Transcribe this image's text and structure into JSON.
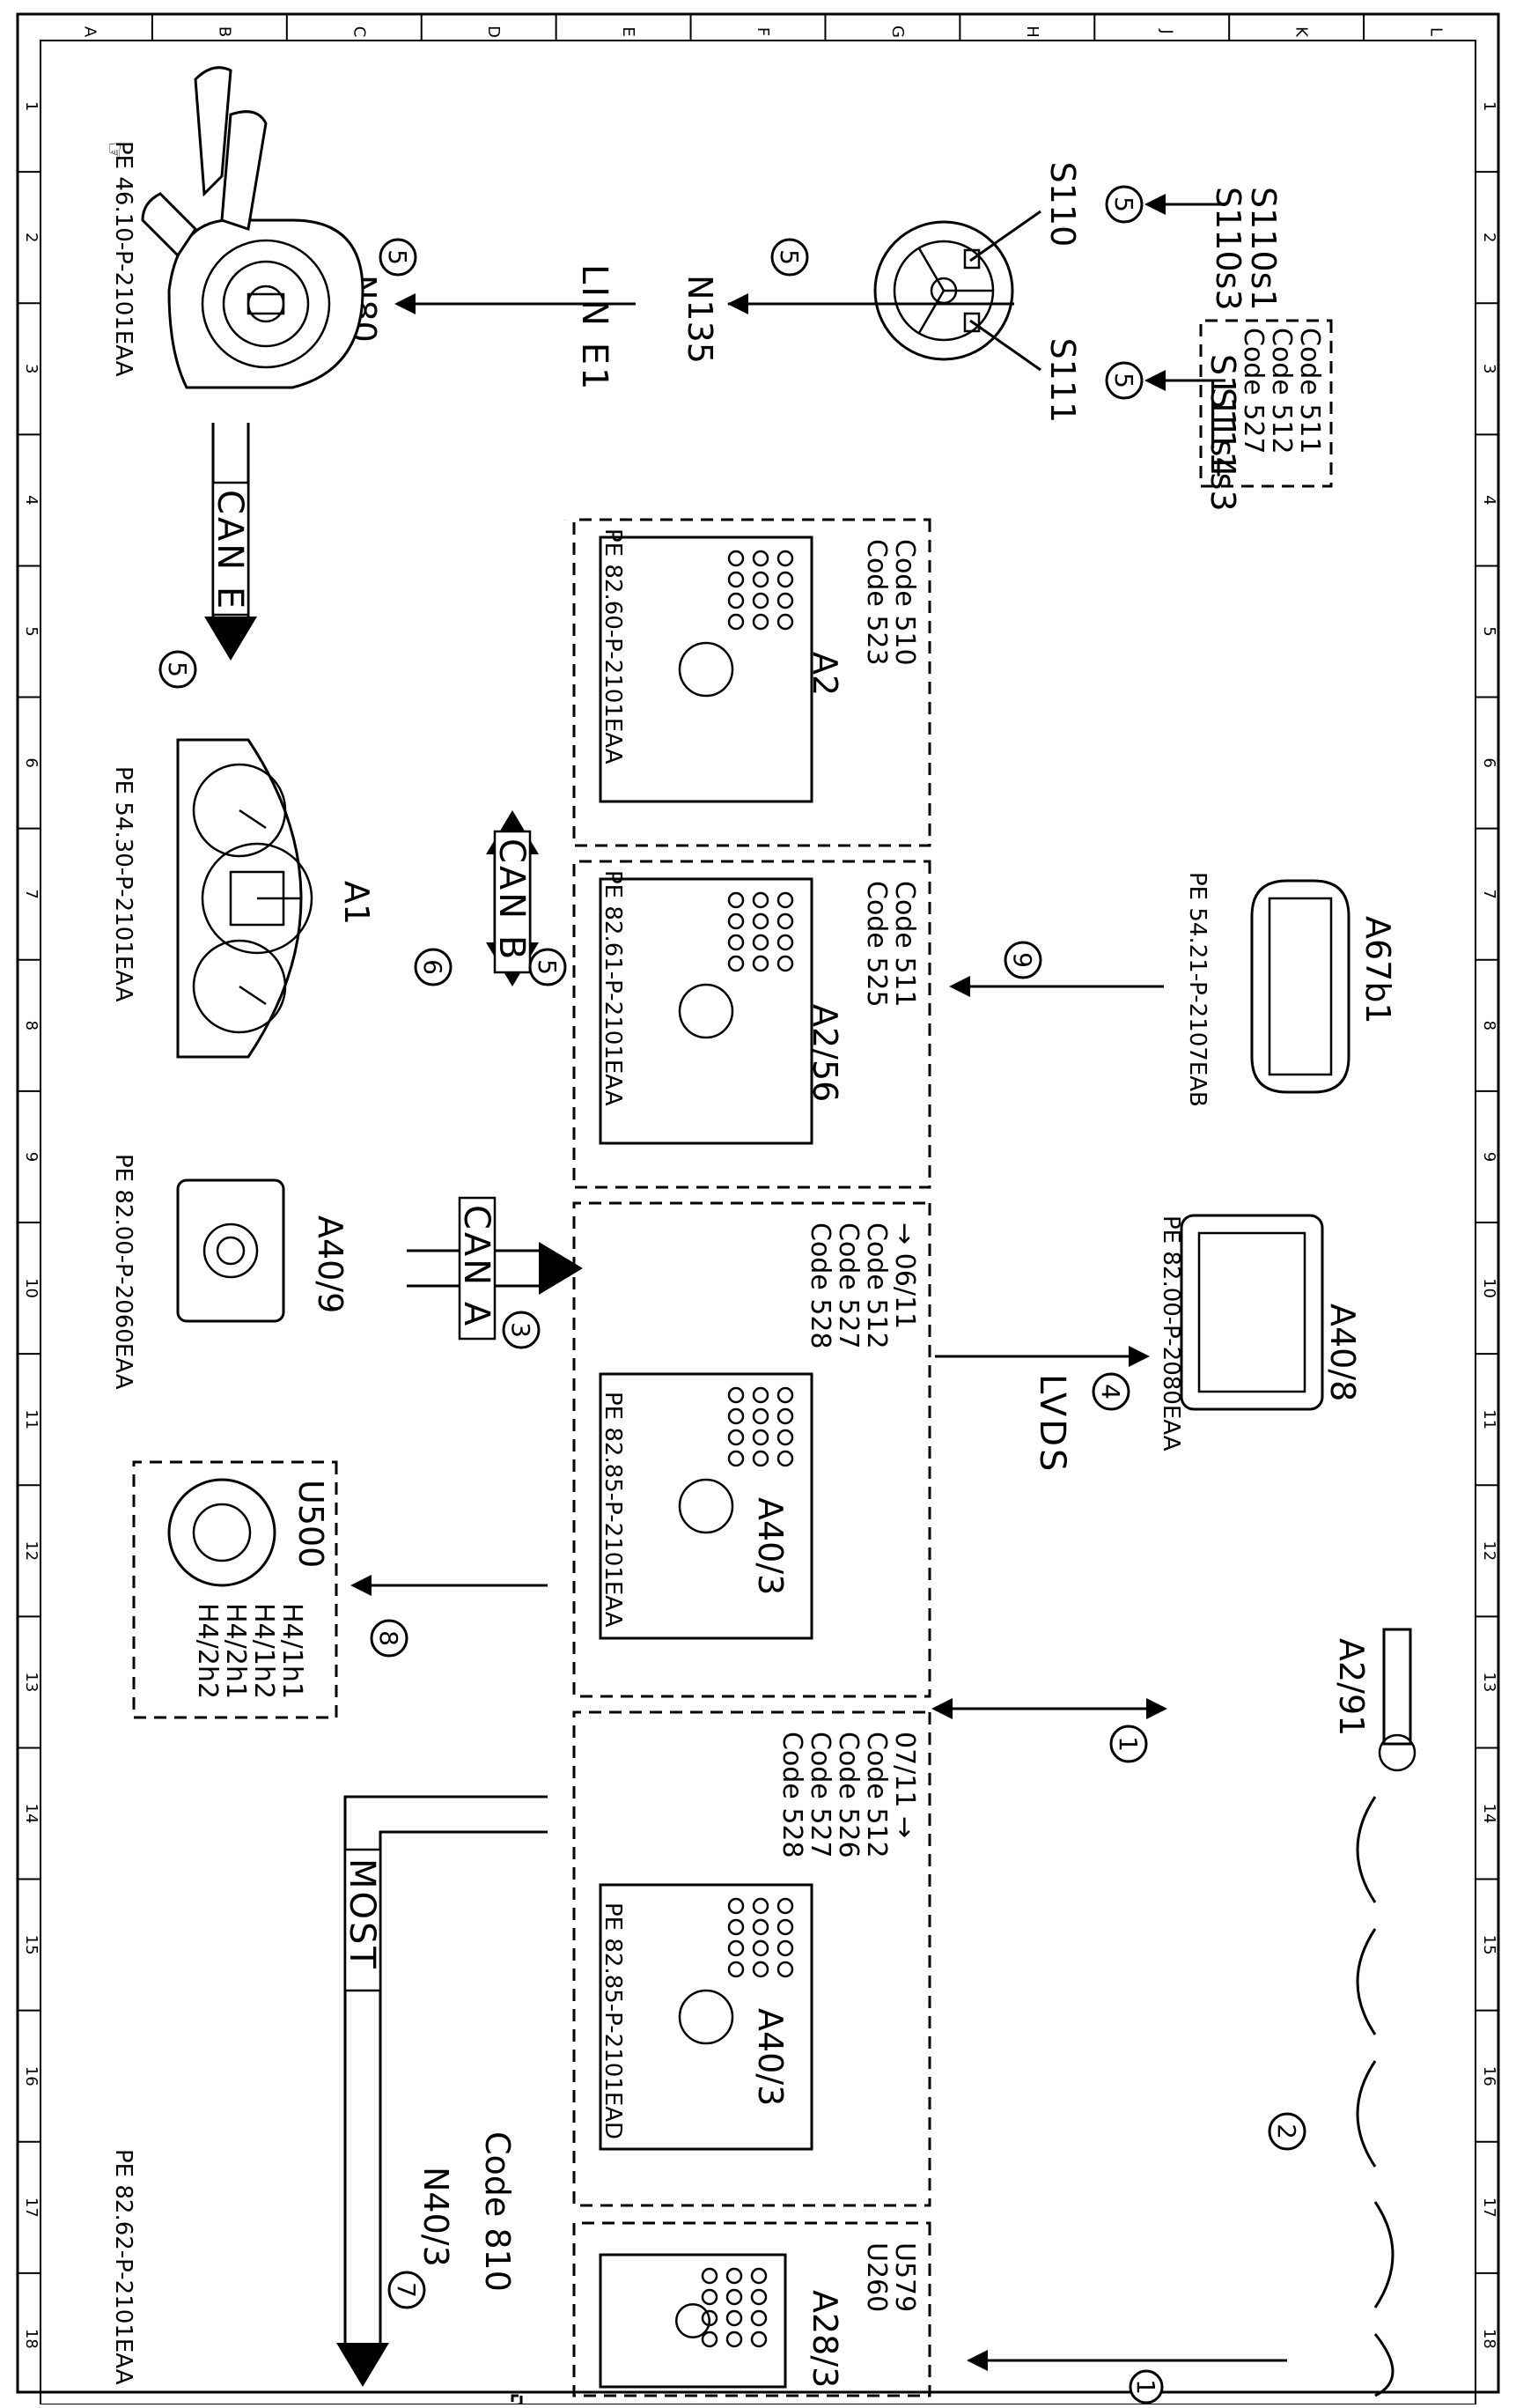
{
  "grid": {
    "columns": [
      "L",
      "K",
      "J",
      "H",
      "G",
      "F",
      "E",
      "D",
      "C",
      "B",
      "A"
    ],
    "rows": [
      "1",
      "2",
      "3",
      "4",
      "5",
      "6",
      "7",
      "8",
      "9",
      "10",
      "11",
      "12",
      "13",
      "14",
      "15",
      "16",
      "17",
      "18"
    ]
  },
  "components": {
    "s110": {
      "label": "S110",
      "feeds": [
        "S110s1",
        "S110s3"
      ]
    },
    "s111": {
      "label": "S111",
      "feeds": [
        "S111s4",
        "S111s3"
      ],
      "codes": [
        "Code 511",
        "Code 512",
        "Code 527"
      ]
    },
    "n135": {
      "label": "N135"
    },
    "n80": {
      "label": "N80",
      "ref": "PE 46.10-P-2101EAA"
    },
    "a1": {
      "label": "A1",
      "ref": "PE 54.30-P-2101EAA"
    },
    "a40_9": {
      "label": "A40/9",
      "ref": "PE 82.00-P-2060EAA"
    },
    "u500": {
      "label": "U500",
      "items": [
        "H4/1h1",
        "H4/1h2",
        "H4/2h1",
        "H4/2h2"
      ]
    },
    "n40_3": {
      "label": "N40/3",
      "codes": [
        "Code 810"
      ],
      "ref": "PE 82.62-P-2101EAA"
    },
    "a2": {
      "label": "A2",
      "codes": [
        "Code 510",
        "Code 523"
      ],
      "ref": "PE 82.60-P-2101EAA"
    },
    "a2_56": {
      "label": "A2/56",
      "codes": [
        "Code 511",
        "Code 525"
      ],
      "ref": "PE 82.61-P-2101EAA"
    },
    "a40_3a": {
      "label": "A40/3",
      "codes": [
        "→ 06/11",
        "Code 512",
        "Code 527",
        "Code 528"
      ],
      "ref": "PE 82.85-P-2101EAA"
    },
    "a40_3b": {
      "label": "A40/3",
      "codes": [
        "07/11 →",
        "Code 512",
        "Code 526",
        "Code 527",
        "Code 528"
      ],
      "ref": "PE 82.85-P-2101EAD"
    },
    "a28_3": {
      "label": "A28/3",
      "codes": [
        "U579",
        "U260"
      ]
    },
    "a67b1": {
      "label": "A67b1",
      "ref": "PE 54.21-P-2107EAB"
    },
    "a40_8": {
      "label": "A40/8",
      "ref": "PE 82.00-P-2080EAA"
    },
    "a2_91": {
      "label": "A2/91"
    }
  },
  "buses": {
    "lin": "LIN  E1",
    "can_e": "CAN E",
    "can_b": "CAN B",
    "can_a": "CAN A",
    "most": "MOST",
    "lvds": "LVDS"
  },
  "circles": {
    "s110": "5",
    "s111": "5",
    "n135": "5",
    "n80": "5",
    "can_e": "5",
    "can_b_up": "5",
    "can_b_down": "6",
    "can_a": "3",
    "u500": "8",
    "most": "7",
    "a67": "9",
    "lvds": "4",
    "a2_91": "1",
    "radio": "2",
    "a28": "1"
  }
}
